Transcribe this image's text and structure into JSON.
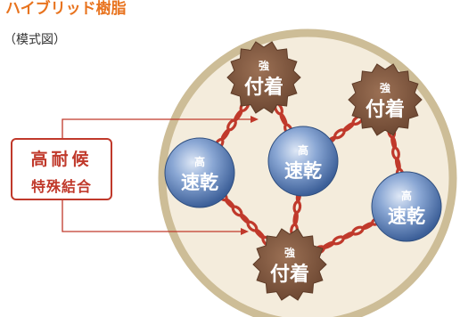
{
  "title": "ハイブリッド樹脂",
  "subtitle": "（模式図）",
  "callout": {
    "line1": "高耐候",
    "line2": "特殊結合"
  },
  "nodes": {
    "strong": {
      "small": "強",
      "big": "付着"
    },
    "fast": {
      "small": "高",
      "big": "速乾"
    }
  },
  "colors": {
    "title": "#e8731e",
    "circle_fill": "#f4ecdc",
    "circle_border": "#cdbd97",
    "gear": "#7a5238",
    "sphere": "#4a6fa5",
    "chain": "#c0392b"
  }
}
